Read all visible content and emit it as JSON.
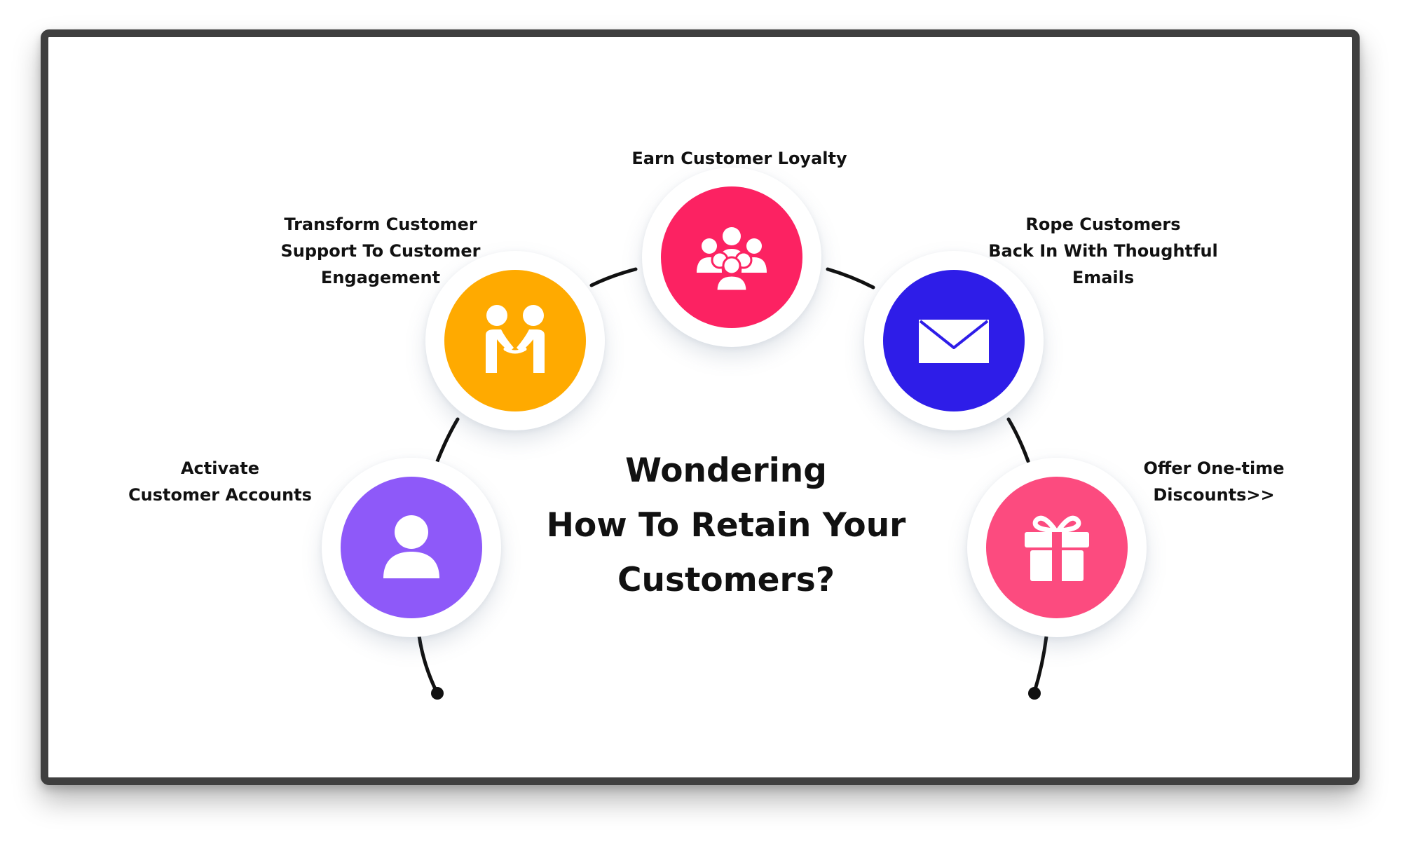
{
  "title": "Wondering\nHow To Retain Your\nCustomers?",
  "nodes": [
    {
      "label": "Activate\nCustomer Accounts",
      "color": "#8e59f9",
      "icon": "user-icon"
    },
    {
      "label": "Transform Customer\nSupport To Customer\nEngagement",
      "color": "#ffaa00",
      "icon": "handshake-icon"
    },
    {
      "label": "Earn Customer Loyalty",
      "color": "#fc2262",
      "icon": "group-icon"
    },
    {
      "label": "Rope Customers\nBack In With Thoughtful\nEmails",
      "color": "#2e1de8",
      "icon": "envelope-icon"
    },
    {
      "label": "Offer One-time\nDiscounts>>",
      "color": "#fc4b7f",
      "icon": "gift-icon"
    }
  ],
  "colors": {
    "frame": "#3f3f3f",
    "arc": "#111111",
    "text": "#111111"
  }
}
